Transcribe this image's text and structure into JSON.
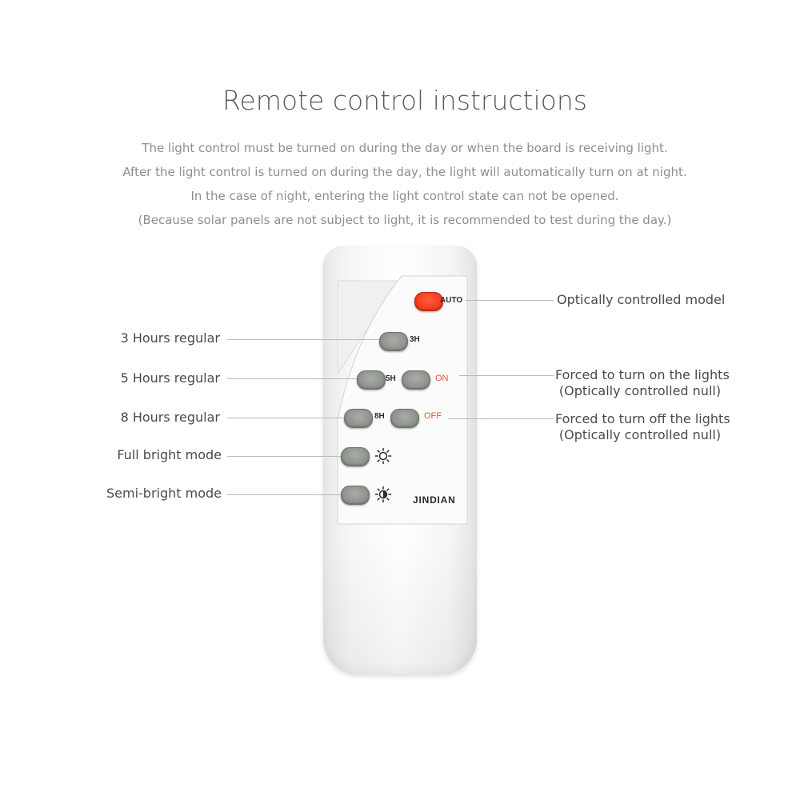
{
  "title": "Remote control instructions",
  "intro": [
    "The light control must be turned on during the day or when the board is receiving light.",
    "After the light control is turned on during the day, the light will automatically turn on at night.",
    "In the case of night, entering the light control state can not be opened.",
    "(Because solar panels are not subject to light, it is recommended to test during the day.)"
  ],
  "remote": {
    "brand": "JINDIAN",
    "buttons": {
      "auto": "AUTO",
      "h3": "3H",
      "h5": "5H",
      "on": "ON",
      "h8": "8H",
      "off": "OFF"
    },
    "icons": {
      "full": "sun-outline-icon",
      "semi": "half-sun-icon"
    },
    "colors": {
      "auto_button": "#ef3b1c",
      "on_off_text": "#e8543a",
      "button_grey": "#8c908b"
    }
  },
  "callouts": {
    "left": [
      "3 Hours regular",
      "5 Hours regular",
      "8 Hours regular",
      "Full bright mode",
      "Semi-bright mode"
    ],
    "right": [
      {
        "line1": "Optically controlled model",
        "line2": ""
      },
      {
        "line1": "Forced to turn on the lights",
        "line2": "(Optically controlled null)"
      },
      {
        "line1": "Forced to turn off the lights",
        "line2": "(Optically controlled null)"
      }
    ]
  }
}
